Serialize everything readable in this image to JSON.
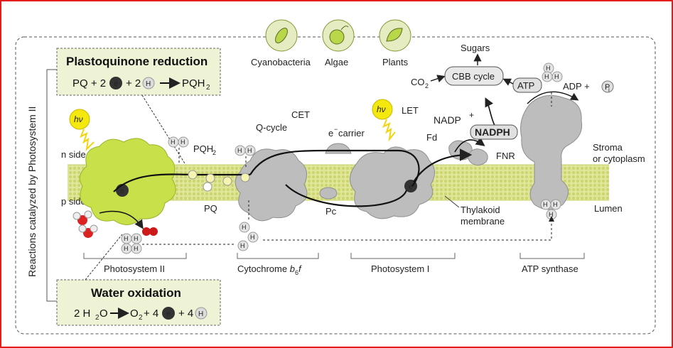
{
  "organisms": {
    "cyanobacteria": "Cyanobacteria",
    "algae": "Algae",
    "plants": "Plants"
  },
  "side_label": "Reactions catalyzed by Photosystem II",
  "pq_box": {
    "title": "Plastoquinone reduction",
    "eq_lhs": "PQ + 2",
    "eq_mid": "+ 2",
    "eq_rhs": "PQH",
    "eq_sub": "2"
  },
  "water_box": {
    "title": "Water oxidation",
    "eq_lhs": "2 H",
    "eq_sub1": "2",
    "eq_o": "O",
    "eq_mid1": "O",
    "eq_sub2": "2",
    "eq_plus": "+ 4",
    "eq_plus2": "+ 4"
  },
  "symbols": {
    "electron": "e",
    "minus": "−",
    "proton": "H",
    "plus": "+",
    "hv": "hν"
  },
  "membrane_sides": {
    "n_side": "n side",
    "p_side": "p side"
  },
  "labels": {
    "pqh2": "PQH",
    "pqh2_sub": "2",
    "pq": "PQ",
    "q_cycle": "Q-cycle",
    "cet": "CET",
    "e_carrier": "carrier",
    "let": "LET",
    "fd": "Fd",
    "nadp": "NADP",
    "nadph": "NADPH",
    "fnr": "FNR",
    "pc": "Pc",
    "sugars": "Sugars",
    "cbb": "CBB cycle",
    "co2": "CO",
    "co2_sub": "2",
    "atp": "ATP",
    "adp": "ADP +",
    "pi": "P",
    "pi_sub": "i",
    "stroma1": "Stroma",
    "stroma2": "or cytoplasm",
    "lumen": "Lumen",
    "thylakoid1": "Thylakoid",
    "thylakoid2": "membrane"
  },
  "complexes": {
    "psii": "Photosystem II",
    "cyt_pre": "Cytochrome ",
    "cyt_b": "b",
    "cyt_sub": "6",
    "cyt_f": "f",
    "psi": "Photosystem I",
    "atp_synthase": "ATP synthase"
  },
  "colors": {
    "frame": "#e41c1c",
    "psii": "#c8e04a",
    "membrane": "#dfe69a",
    "box_fill": "#eef3d6",
    "protein_gray": "#bdbdbd",
    "electron": "#333333"
  }
}
